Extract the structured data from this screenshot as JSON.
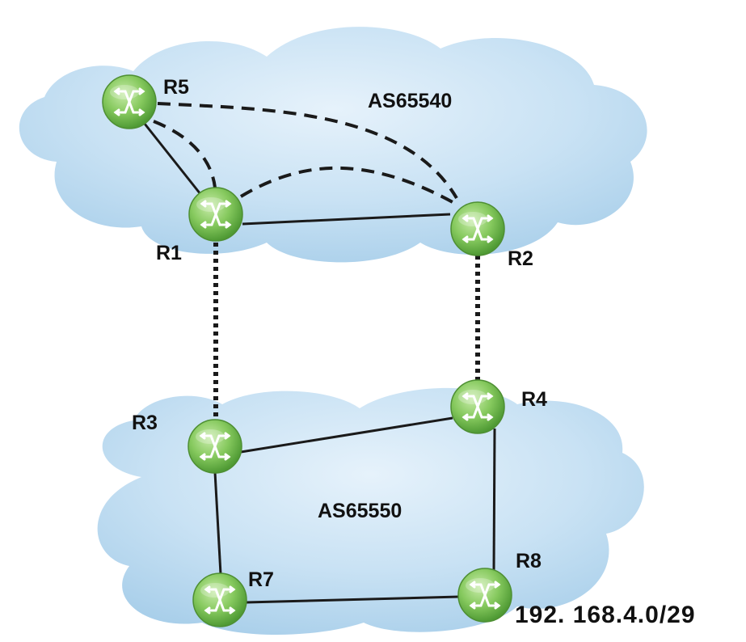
{
  "diagram": {
    "autonomous_systems": [
      {
        "id": "as-top",
        "label": "AS65540"
      },
      {
        "id": "as-bottom",
        "label": "AS65550"
      }
    ],
    "routers": [
      {
        "id": "R5",
        "label": "R5",
        "as": "AS65540"
      },
      {
        "id": "R1",
        "label": "R1",
        "as": "AS65540"
      },
      {
        "id": "R2",
        "label": "R2",
        "as": "AS65540"
      },
      {
        "id": "R3",
        "label": "R3",
        "as": "AS65550"
      },
      {
        "id": "R4",
        "label": "R4",
        "as": "AS65550"
      },
      {
        "id": "R7",
        "label": "R7",
        "as": "AS65550"
      },
      {
        "id": "R8",
        "label": "R8",
        "as": "AS65550"
      }
    ],
    "links": [
      {
        "from": "R5",
        "to": "R1",
        "style": "solid"
      },
      {
        "from": "R1",
        "to": "R2",
        "style": "solid"
      },
      {
        "from": "R3",
        "to": "R4",
        "style": "solid"
      },
      {
        "from": "R3",
        "to": "R7",
        "style": "solid"
      },
      {
        "from": "R7",
        "to": "R8",
        "style": "solid"
      },
      {
        "from": "R4",
        "to": "R8",
        "style": "solid"
      },
      {
        "from": "R5",
        "to": "R1",
        "style": "dashed"
      },
      {
        "from": "R5",
        "to": "R2",
        "style": "dashed"
      },
      {
        "from": "R1",
        "to": "R2",
        "style": "dashed"
      },
      {
        "from": "R1",
        "to": "R3",
        "style": "dotted"
      },
      {
        "from": "R2",
        "to": "R4",
        "style": "dotted"
      }
    ],
    "network_label": "192. 168.4.0/29",
    "colors": {
      "cloud": "#c6e0f3",
      "router_fill": "#7fc55a",
      "router_stroke": "#4e8f33",
      "line": "#1a1a1a"
    }
  }
}
